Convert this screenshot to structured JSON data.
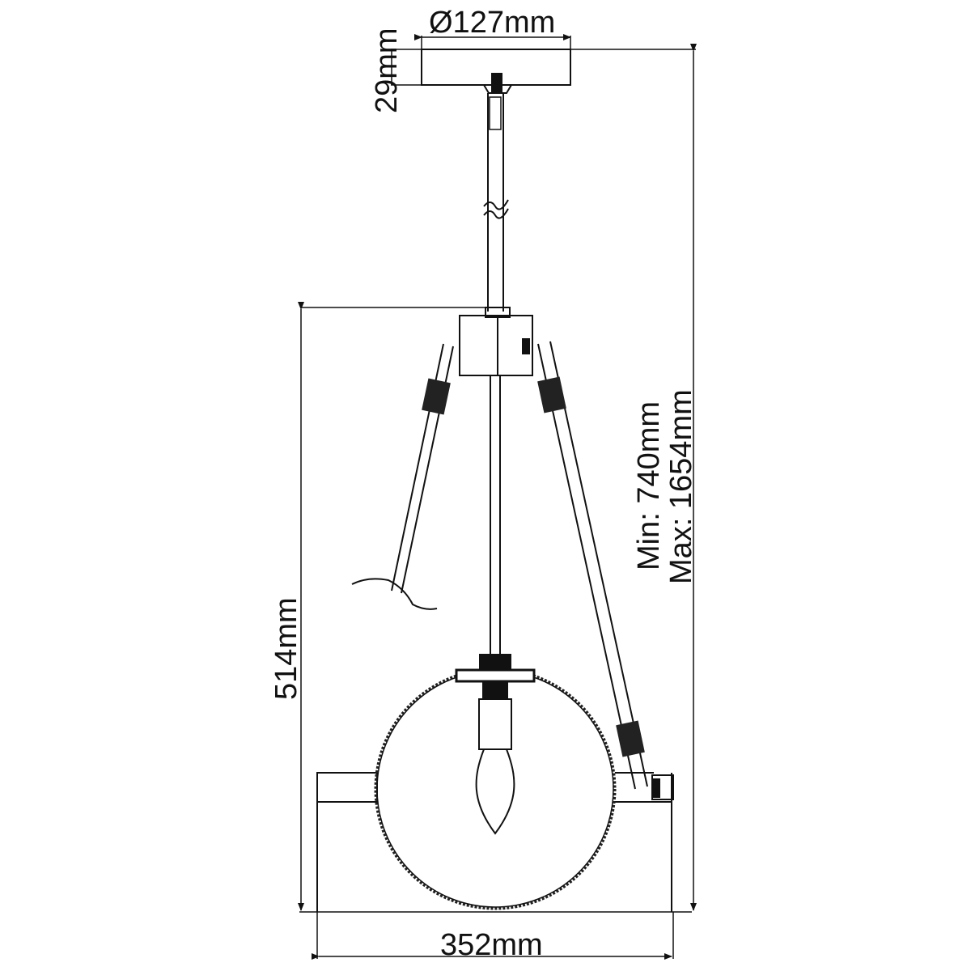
{
  "diagram": {
    "type": "technical-dimension-drawing",
    "subject": "pendant light with globe shade and tripod rods",
    "line_color": "#111111",
    "background": "#ffffff"
  },
  "dimensions": {
    "canopy_diameter": "Ø127mm",
    "canopy_height": "29mm",
    "fixture_height": "514mm",
    "overall_height_min": "Min: 740mm",
    "overall_height_max": "Max: 1654mm",
    "fixture_width": "352mm"
  },
  "components": {
    "canopy": "ceiling-canopy",
    "rod": "suspension-rod",
    "hub": "junction-hub",
    "arms": [
      "left-arm",
      "right-arm"
    ],
    "globe": "glass-globe",
    "socket": "lamp-socket",
    "bulb": "candle-bulb",
    "base_ring": "horizontal-ring"
  }
}
